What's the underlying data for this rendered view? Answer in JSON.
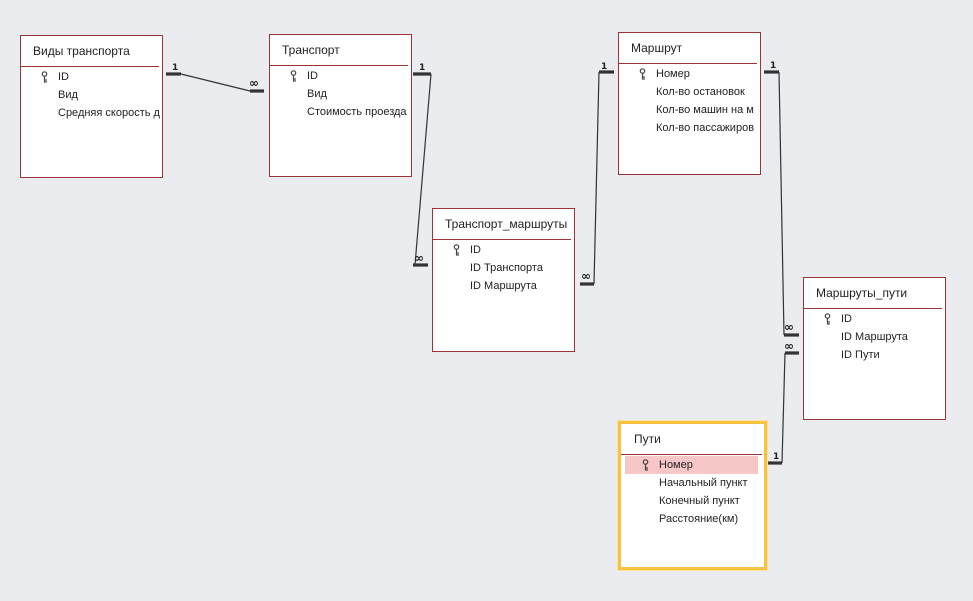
{
  "tables": {
    "vidy": {
      "title": "Виды транспорта",
      "fields": [
        {
          "name": "ID",
          "icon": "key-icon"
        },
        {
          "name": "Вид"
        },
        {
          "name": "Средняя скорость д"
        }
      ]
    },
    "transport": {
      "title": "Транспорт",
      "fields": [
        {
          "name": "ID",
          "icon": "key-icon"
        },
        {
          "name": "Вид"
        },
        {
          "name": "Стоимость проезда"
        }
      ]
    },
    "marshrut": {
      "title": "Маршрут",
      "fields": [
        {
          "name": "Номер",
          "icon": "key-icon"
        },
        {
          "name": "Кол-во остановок"
        },
        {
          "name": "Кол-во машин на м"
        },
        {
          "name": "Кол-во пассажиров"
        }
      ]
    },
    "tm": {
      "title": "Транспорт_маршруты",
      "fields": [
        {
          "name": "ID",
          "icon": "key-icon"
        },
        {
          "name": "ID Транспорта"
        },
        {
          "name": "ID Маршрута"
        }
      ]
    },
    "mp": {
      "title": "Маршруты_пути",
      "fields": [
        {
          "name": "ID",
          "icon": "key-icon"
        },
        {
          "name": "ID Маршрута"
        },
        {
          "name": "ID Пути"
        }
      ]
    },
    "puti": {
      "title": "Пути",
      "fields": [
        {
          "name": "Номер",
          "icon": "key-icon"
        },
        {
          "name": "Начальный пункт"
        },
        {
          "name": "Конечный пункт"
        },
        {
          "name": "Расстояние(км)"
        }
      ]
    }
  },
  "relations": {
    "r1": {
      "one": "1",
      "many": "∞"
    },
    "r2": {
      "one": "1",
      "many": "∞"
    },
    "r3": {
      "one": "1",
      "many": "∞"
    },
    "r4": {
      "one": "1",
      "many": "∞"
    },
    "r5": {
      "one": "1",
      "many": "∞"
    }
  },
  "colors": {
    "background": "#eaecef",
    "table_border": "#9b3535",
    "selected_border": "#f5c242",
    "highlight_row": "#f7c6c7",
    "line": "#333333"
  }
}
